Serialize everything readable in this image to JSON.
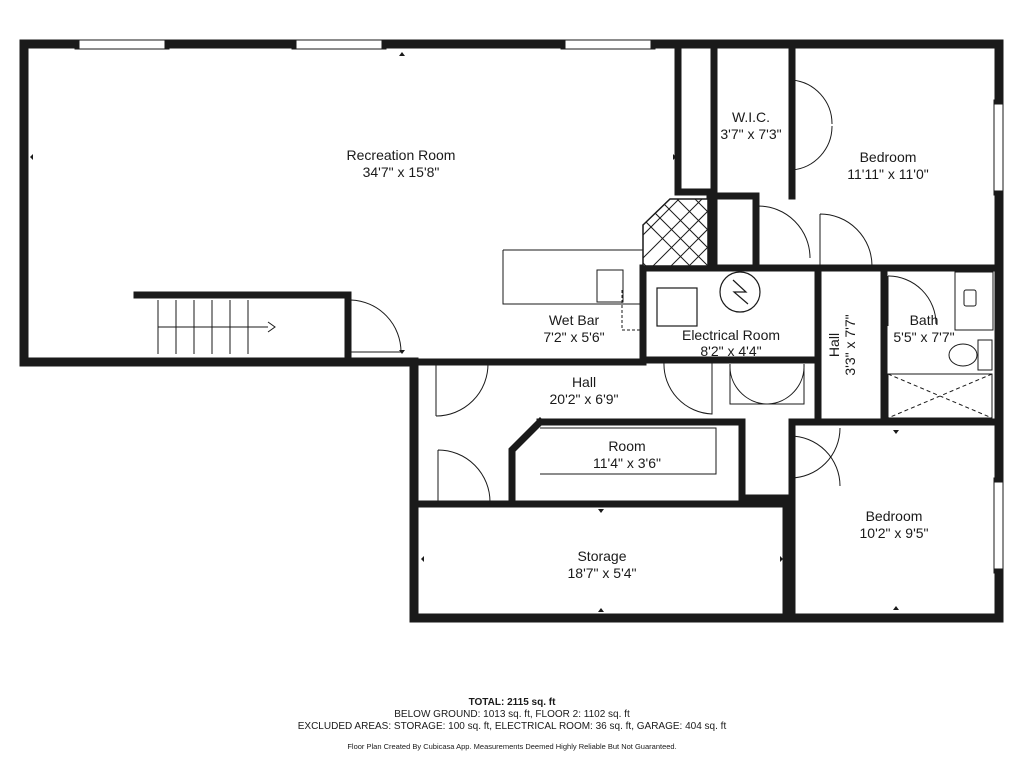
{
  "rooms": [
    {
      "id": "recreation-room",
      "name": "Recreation Room",
      "dims": "34'7\" x 15'8\""
    },
    {
      "id": "wic",
      "name": "W.I.C.",
      "dims": "3'7\" x 7'3\""
    },
    {
      "id": "bedroom-upper",
      "name": "Bedroom",
      "dims": "11'11\" x 11'0\""
    },
    {
      "id": "wet-bar",
      "name": "Wet Bar",
      "dims": "7'2\" x 5'6\""
    },
    {
      "id": "electrical-room",
      "name": "Electrical Room",
      "dims": "8'2\" x 4'4\""
    },
    {
      "id": "bath",
      "name": "Bath",
      "dims": "5'5\" x 7'7\""
    },
    {
      "id": "hall-main",
      "name": "Hall",
      "dims": "20'2\" x 6'9\""
    },
    {
      "id": "hall-vertical",
      "name": "Hall",
      "dims": "3'3\" x 7'7\""
    },
    {
      "id": "room",
      "name": "Room",
      "dims": "11'4\" x 3'6\""
    },
    {
      "id": "bedroom-lower",
      "name": "Bedroom",
      "dims": "10'2\" x 9'5\""
    },
    {
      "id": "storage",
      "name": "Storage",
      "dims": "18'7\" x 5'4\""
    }
  ],
  "summary": {
    "total": "TOTAL: 2115 sq. ft",
    "below_ground": "BELOW GROUND: 1013 sq. ft, FLOOR 2: 1102 sq. ft",
    "excluded": "EXCLUDED AREAS: STORAGE: 100 sq. ft, ELECTRICAL ROOM: 36 sq. ft, GARAGE: 404 sq. ft",
    "credit": "Floor Plan Created By Cubicasa App. Measurements Deemed Highly Reliable But Not Guaranteed."
  },
  "colors": {
    "wall": "#1a1a1a",
    "fixture": "#333333",
    "background": "#ffffff"
  }
}
